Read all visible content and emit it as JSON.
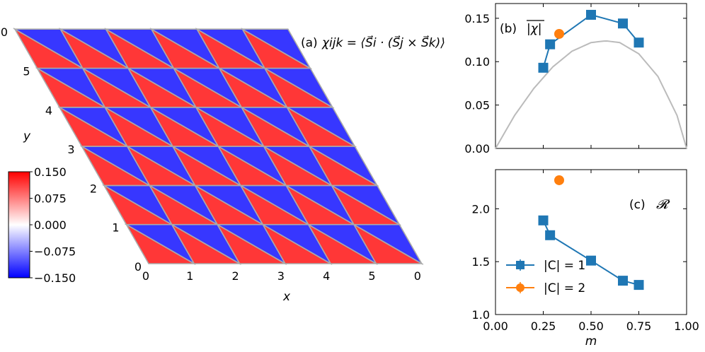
{
  "chart_data": [
    {
      "panel": "a",
      "type": "heatmap",
      "title_prefix": "(a)",
      "title_formula": "χijk = ⟨S⃗i · (S⃗j × S⃗k)⟩",
      "xlabel": "x",
      "ylabel": "y",
      "x_tick_labels": [
        "0",
        "1",
        "2",
        "3",
        "4",
        "5",
        "0"
      ],
      "y_tick_labels": [
        "0",
        "1",
        "2",
        "3",
        "4",
        "5",
        "0"
      ],
      "lattice": "triangular (rhombus 6 x 6 unit cells)",
      "values_by_triangle": {
        "up_triangles": 0.15,
        "down_triangles": -0.15
      },
      "colorbar": {
        "colormap": "bwr",
        "min": -0.15,
        "max": 0.15,
        "tick_labels": [
          "0.150",
          "0.075",
          "0.000",
          "−0.075",
          "−0.150"
        ],
        "tick_values": [
          0.15,
          0.075,
          0,
          -0.075,
          -0.15
        ]
      }
    },
    {
      "panel": "b",
      "type": "line",
      "title": "(b)",
      "ylabel_inset": "|χ|",
      "xlim": [
        0,
        1
      ],
      "ylim": [
        0,
        0.167
      ],
      "y_tick_labels": [
        "0.00",
        "0.05",
        "0.10",
        "0.15"
      ],
      "y_ticks": [
        0,
        0.05,
        0.1,
        0.15
      ],
      "x_ticks": [
        0,
        0.25,
        0.5,
        0.75,
        1
      ],
      "series": [
        {
          "color": "#1f77b4",
          "marker": "square",
          "x": [
            0.25,
            0.2857,
            0.5,
            0.6667,
            0.75
          ],
          "y": [
            0.093,
            0.12,
            0.154,
            0.144,
            0.122
          ]
        },
        {
          "color": "#ff7f0e",
          "marker": "circle",
          "x": [
            0.3333
          ],
          "y": [
            0.132
          ]
        },
        {
          "color": "#bbbbbb",
          "marker": "none",
          "curve": "smooth arc",
          "x": [
            0,
            0.1,
            0.2,
            0.3,
            0.4,
            0.5,
            0.577,
            0.65,
            0.75,
            0.85,
            0.95,
            1
          ],
          "y": [
            0,
            0.038,
            0.069,
            0.094,
            0.112,
            0.122,
            0.124,
            0.122,
            0.109,
            0.083,
            0.038,
            0
          ]
        }
      ]
    },
    {
      "panel": "c",
      "type": "line",
      "title": "(c)",
      "label_symbol": "𝓡",
      "xlabel": "m",
      "xlim": [
        0,
        1
      ],
      "ylim": [
        1.0,
        2.37
      ],
      "x_tick_labels": [
        "0.00",
        "0.25",
        "0.50",
        "0.75",
        "1.00"
      ],
      "x_ticks": [
        0,
        0.25,
        0.5,
        0.75,
        1
      ],
      "y_tick_labels": [
        "1.0",
        "1.5",
        "2.0"
      ],
      "y_ticks": [
        1.0,
        1.5,
        2.0
      ],
      "legend": "lower-left",
      "series": [
        {
          "name": "|C| = 1",
          "color": "#1f77b4",
          "marker": "square",
          "x": [
            0.25,
            0.2857,
            0.5,
            0.6667,
            0.75
          ],
          "y": [
            1.89,
            1.75,
            1.51,
            1.32,
            1.28
          ]
        },
        {
          "name": "|C| = 2",
          "color": "#ff7f0e",
          "marker": "circle",
          "x": [
            0.3333
          ],
          "y": [
            2.27
          ]
        }
      ]
    }
  ]
}
